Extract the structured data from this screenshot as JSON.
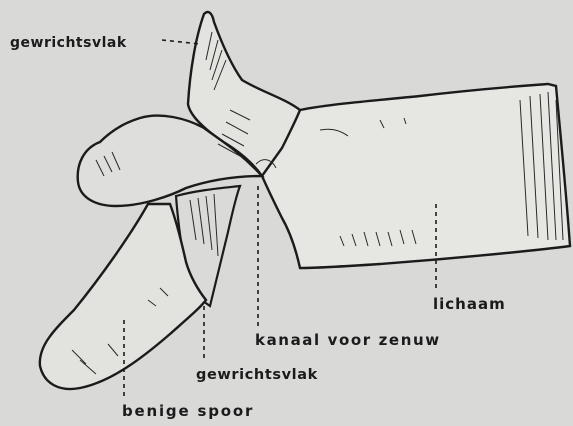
{
  "labels": {
    "articular_surface_top": "gewrichtsvlak",
    "body": "lichaam",
    "nerve_canal": "kanaal voor zenuw",
    "articular_surface_bottom": "gewrichtsvlak",
    "bony_spur": "benige spoor"
  },
  "colors": {
    "paper": "#d9dad8",
    "ink": "#1b1b1b"
  }
}
